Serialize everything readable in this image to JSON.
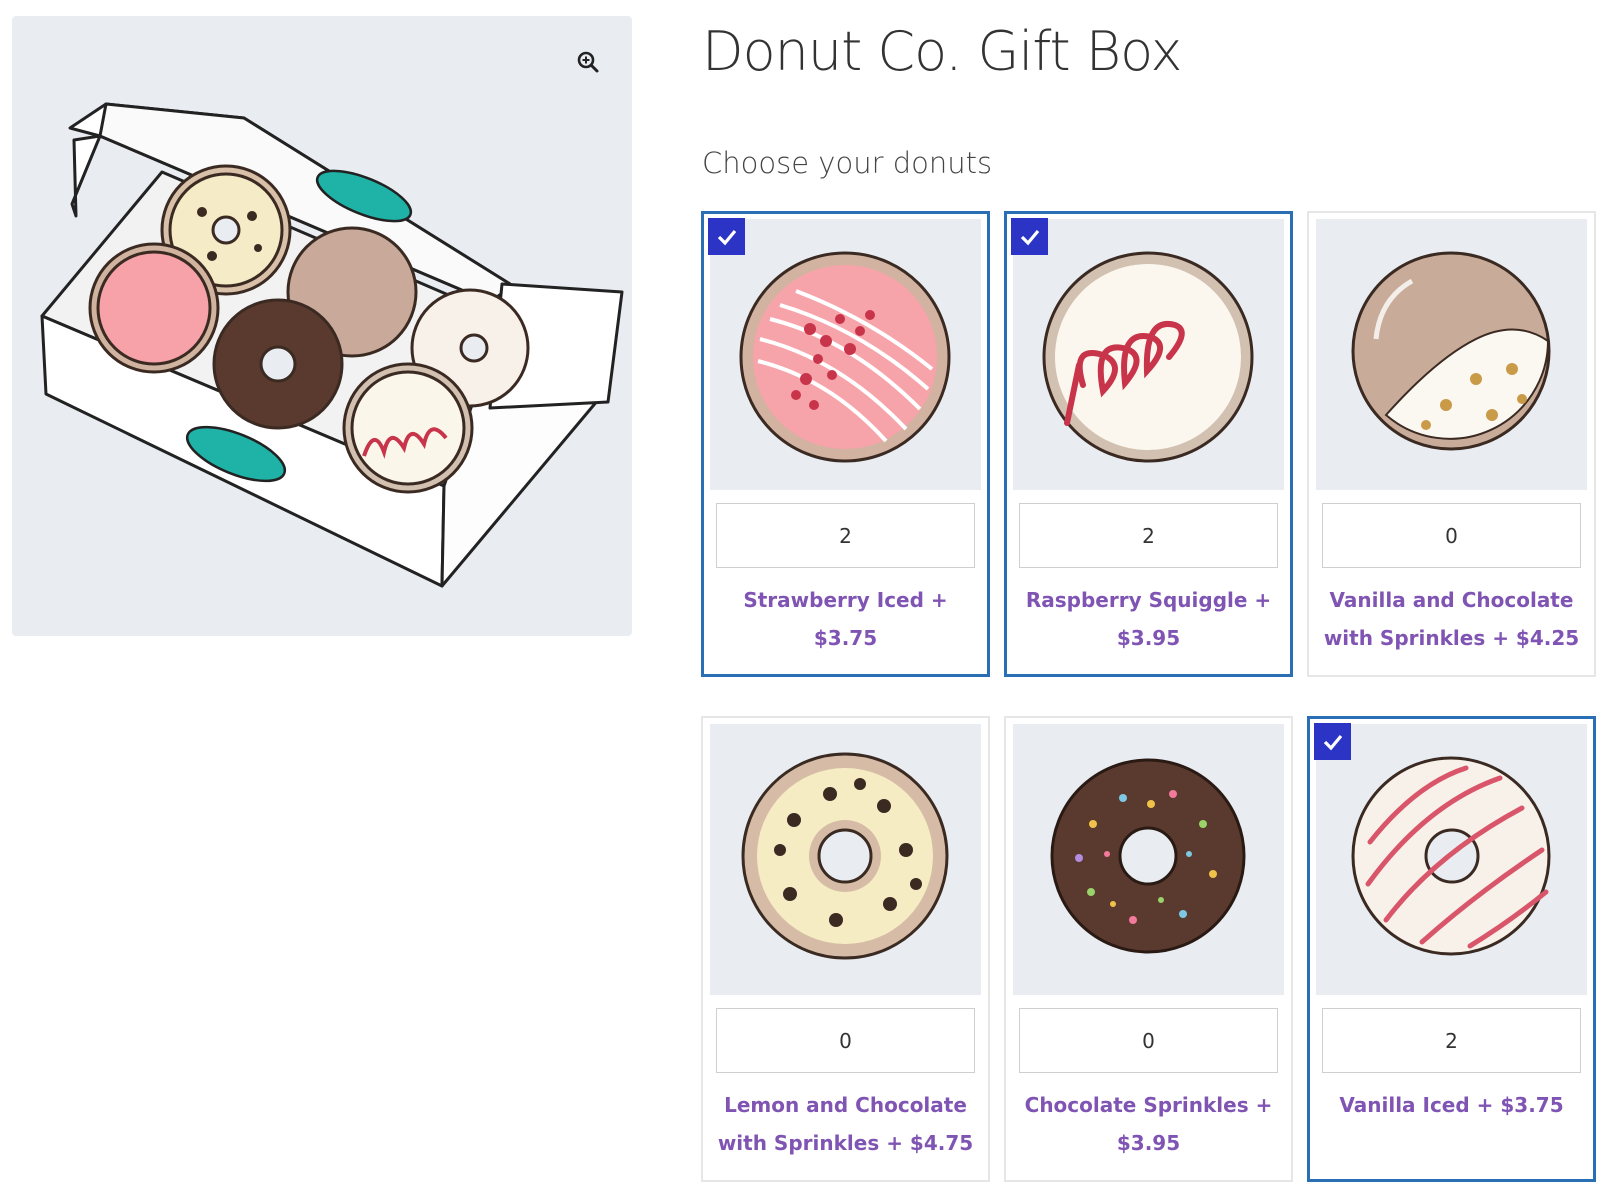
{
  "product": {
    "title": "Donut Co. Gift Box",
    "choose_label": "Choose your donuts"
  },
  "colors": {
    "accent_purple": "#7f54b3",
    "selected_border": "#2a6fb6",
    "check_bg": "#2b34c4",
    "image_bg": "#e9edf2"
  },
  "gallery": {
    "zoom_icon": "zoom-in-icon"
  },
  "donuts": [
    {
      "label": "Strawberry Iced + $3.75",
      "quantity": "2",
      "selected": true
    },
    {
      "label": "Raspberry Squiggle + $3.95",
      "quantity": "2",
      "selected": true
    },
    {
      "label": "Vanilla and Chocolate with Sprinkles + $4.25",
      "quantity": "0",
      "selected": false
    },
    {
      "label": "Lemon and Chocolate with Sprinkles + $4.75",
      "quantity": "0",
      "selected": false
    },
    {
      "label": "Chocolate Sprinkles + $3.95",
      "quantity": "0",
      "selected": false
    },
    {
      "label": "Vanilla Iced + $3.75",
      "quantity": "2",
      "selected": true
    }
  ]
}
